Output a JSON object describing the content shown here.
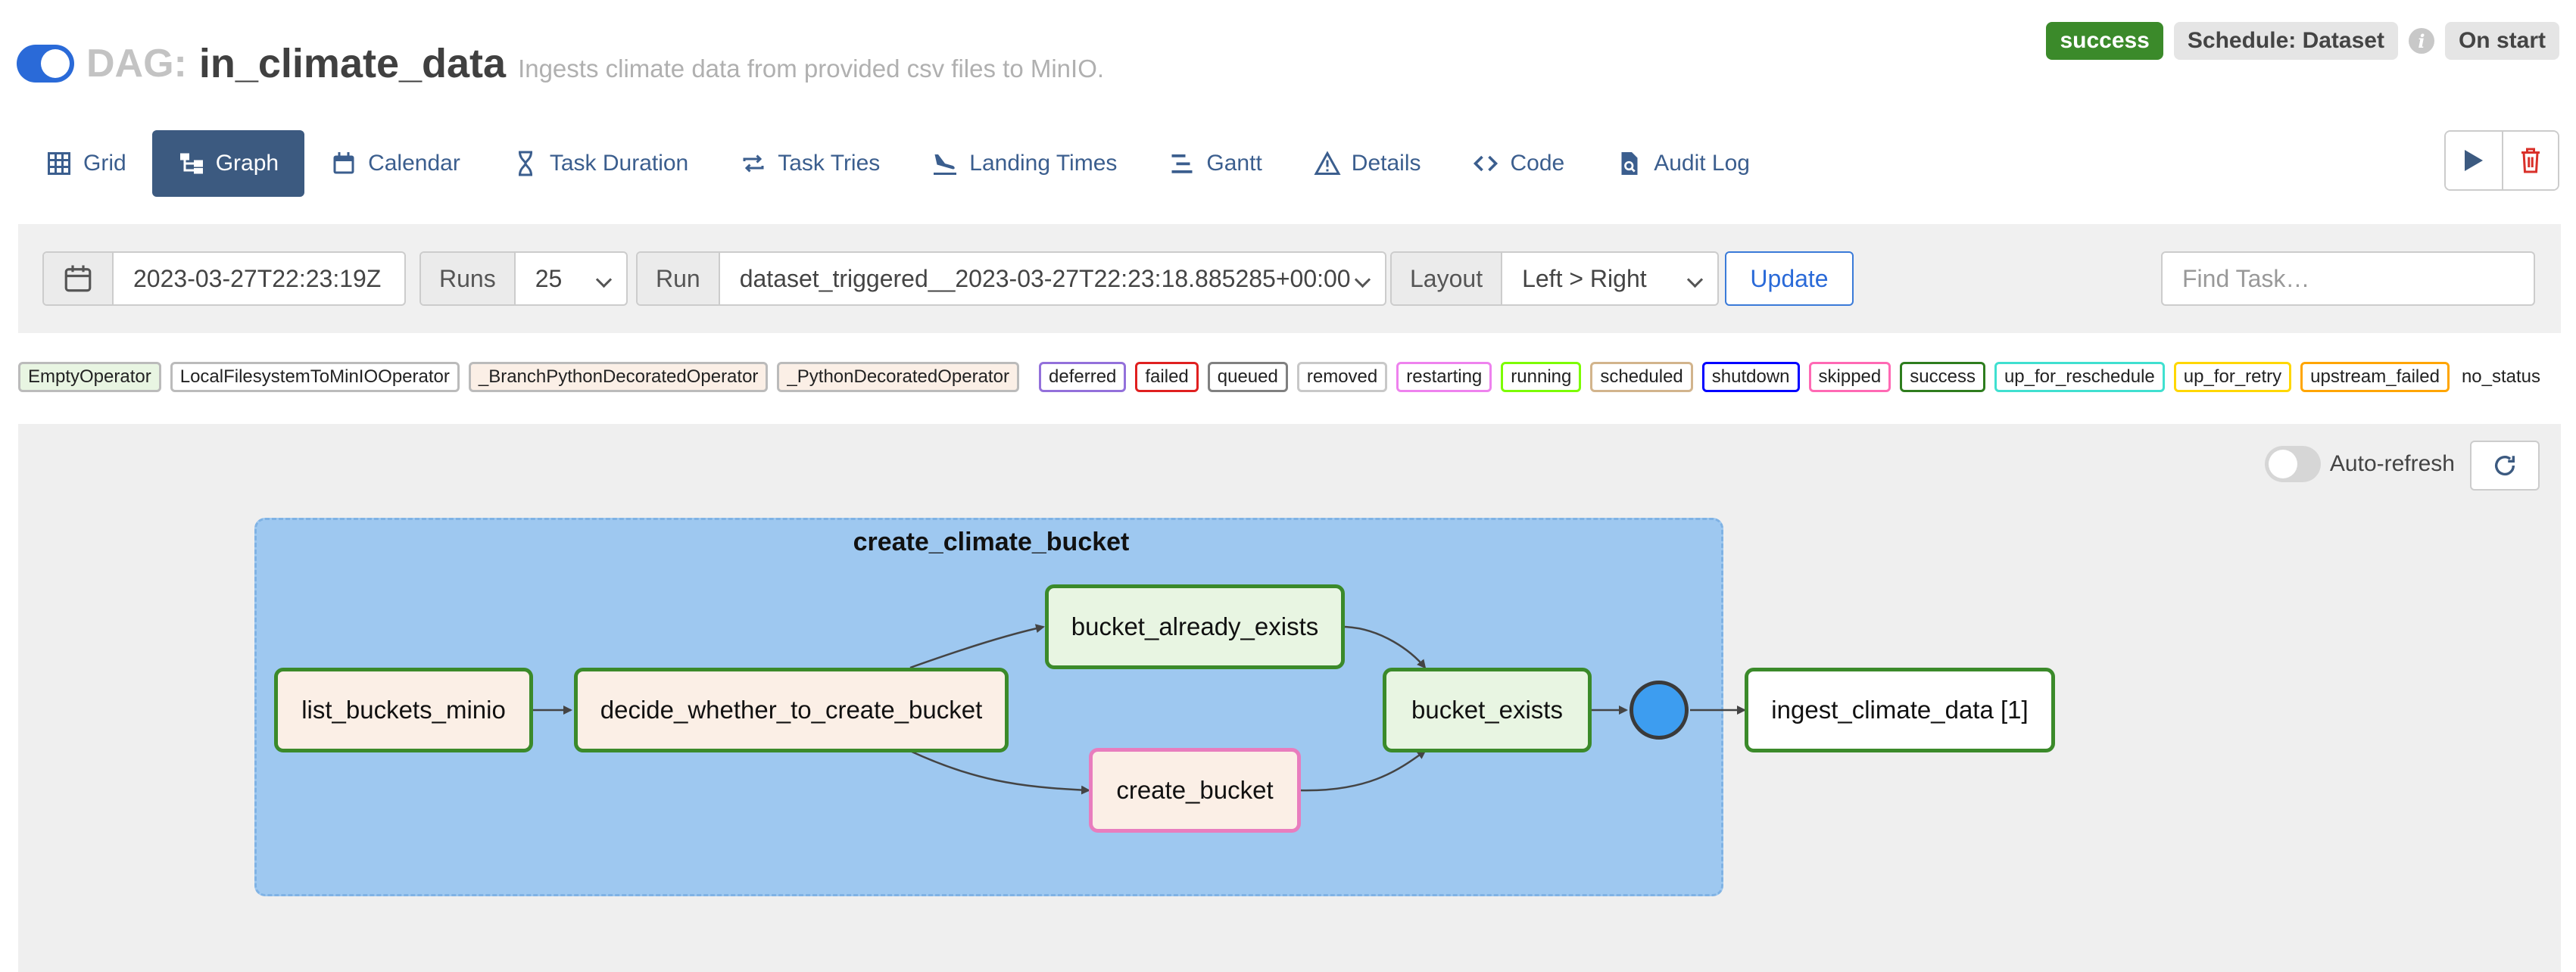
{
  "header": {
    "dag_label": "DAG:",
    "dag_id": "in_climate_data",
    "description": "Ingests climate data from provided csv files to MinIO.",
    "state_badge": "success",
    "schedule_badge": "Schedule: Dataset",
    "next_run_badge": "On start"
  },
  "tabs": [
    {
      "label": "Grid",
      "icon": "grid-icon"
    },
    {
      "label": "Graph",
      "icon": "graph-icon"
    },
    {
      "label": "Calendar",
      "icon": "calendar-icon"
    },
    {
      "label": "Task Duration",
      "icon": "hourglass-icon"
    },
    {
      "label": "Task Tries",
      "icon": "repeat-icon"
    },
    {
      "label": "Landing Times",
      "icon": "plane-landing-icon"
    },
    {
      "label": "Gantt",
      "icon": "gantt-icon"
    },
    {
      "label": "Details",
      "icon": "warning-triangle-icon"
    },
    {
      "label": "Code",
      "icon": "code-icon"
    },
    {
      "label": "Audit Log",
      "icon": "file-search-icon"
    }
  ],
  "filters": {
    "base_date": "2023-03-27T22:23:19Z",
    "runs_label": "Runs",
    "runs_value": "25",
    "run_label": "Run",
    "run_value": "dataset_triggered__2023-03-27T22:23:18.885285+00:00",
    "layout_label": "Layout",
    "layout_value": "Left > Right",
    "update_label": "Update",
    "find_task_placeholder": "Find Task…"
  },
  "operator_legend": [
    {
      "label": "EmptyOperator",
      "bg": "#e8f5e2"
    },
    {
      "label": "LocalFilesystemToMinIOOperator",
      "bg": "#ffffff"
    },
    {
      "label": "_BranchPythonDecoratedOperator",
      "bg": "#fbefe6"
    },
    {
      "label": "_PythonDecoratedOperator",
      "bg": "#fbefe6"
    }
  ],
  "state_legend": [
    {
      "label": "deferred",
      "color": "#9370db"
    },
    {
      "label": "failed",
      "color": "#e02020"
    },
    {
      "label": "queued",
      "color": "#808080"
    },
    {
      "label": "removed",
      "color": "#c8c8c8"
    },
    {
      "label": "restarting",
      "color": "#ee82ee"
    },
    {
      "label": "running",
      "color": "#7cfc00"
    },
    {
      "label": "scheduled",
      "color": "#d2b48c"
    },
    {
      "label": "shutdown",
      "color": "#0000ff"
    },
    {
      "label": "skipped",
      "color": "#ff69b4"
    },
    {
      "label": "success",
      "color": "#2e7d1e"
    },
    {
      "label": "up_for_reschedule",
      "color": "#40e0d0"
    },
    {
      "label": "up_for_retry",
      "color": "#ffd700"
    },
    {
      "label": "upstream_failed",
      "color": "#ffa500"
    },
    {
      "label": "no_status",
      "color": ""
    }
  ],
  "graph": {
    "auto_refresh_label": "Auto-refresh",
    "task_group": "create_climate_bucket",
    "nodes": {
      "list_buckets_minio": "list_buckets_minio",
      "decide": "decide_whether_to_create_bucket",
      "bucket_already_exists": "bucket_already_exists",
      "create_bucket": "create_bucket",
      "bucket_exists": "bucket_exists",
      "ingest": "ingest_climate_data [1]"
    }
  },
  "colors": {
    "accent": "#3c5a80",
    "success": "#3b8a2a",
    "task_group_bg": "#9ec8f0"
  }
}
